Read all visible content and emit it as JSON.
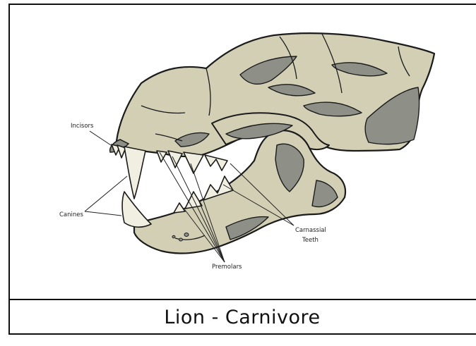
{
  "caption": "Lion - Carnivore",
  "labels": {
    "incisors": "Incisors",
    "canines": "Canines",
    "carnassial_line1": "Carnassial",
    "carnassial_line2": "Teeth",
    "premolars": "Premolars"
  },
  "colors": {
    "bone": "#d2cfb5",
    "shadow": "#8e8f87",
    "tooth": "#f1efe1",
    "outline": "#1b1b1b"
  }
}
